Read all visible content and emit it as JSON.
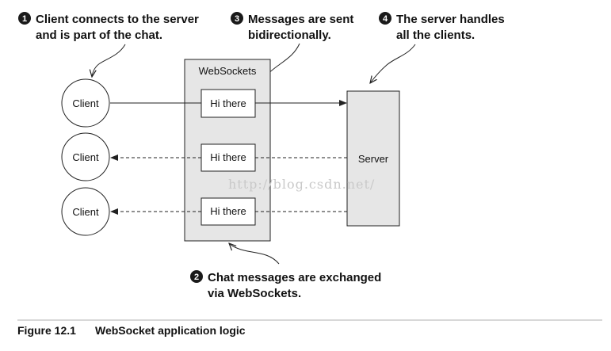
{
  "callouts": [
    {
      "number": "1",
      "line1": "Client connects to the server",
      "line2": "and is part of the chat."
    },
    {
      "number": "3",
      "line1": "Messages are sent",
      "line2": "bidirectionally."
    },
    {
      "number": "4",
      "line1": "The server handles",
      "line2": "all the clients."
    },
    {
      "number": "2",
      "line1": "Chat messages are exchanged",
      "line2": "via WebSockets."
    }
  ],
  "websockets_label": "WebSockets",
  "clients": [
    {
      "label": "Client"
    },
    {
      "label": "Client"
    },
    {
      "label": "Client"
    }
  ],
  "messages": [
    {
      "label": "Hi there"
    },
    {
      "label": "Hi there"
    },
    {
      "label": "Hi there"
    }
  ],
  "server_label": "Server",
  "watermark": "http://blog.csdn.net/",
  "caption": {
    "figure": "Figure 12.1",
    "title": "WebSocket application logic"
  },
  "colors": {
    "panel_fill": "#e6e6e6",
    "stroke": "#222222",
    "badge": "#1a1a1a",
    "watermark": "#c9c9c9"
  }
}
